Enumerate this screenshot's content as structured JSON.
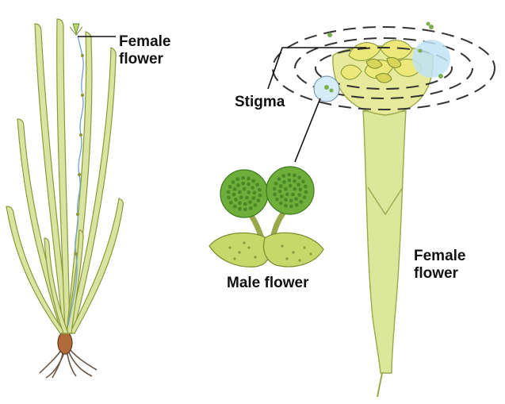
{
  "labels": {
    "female_flower_top": {
      "line1": "Female",
      "line2": "flower"
    },
    "stigma": "Stigma",
    "male_flower": "Male flower",
    "female_flower_right": {
      "line1": "Female",
      "line2": "flower"
    }
  },
  "colors": {
    "leaf_fill": "#d9e4a0",
    "leaf_stroke": "#8a9a3a",
    "stalk_fill": "#dbe79a",
    "stalk_stroke": "#9aa84a",
    "petal_fill": "#ece97a",
    "pollen_fill": "#6fae3a",
    "pollen_dot": "#3d7a1f",
    "sac_fill": "#c7d86a",
    "water_ring": "#333333",
    "bubble": "#bfe3f5",
    "thread": "#7aa7c7",
    "roots": "#6b5a4a",
    "label_text": "#111111"
  }
}
